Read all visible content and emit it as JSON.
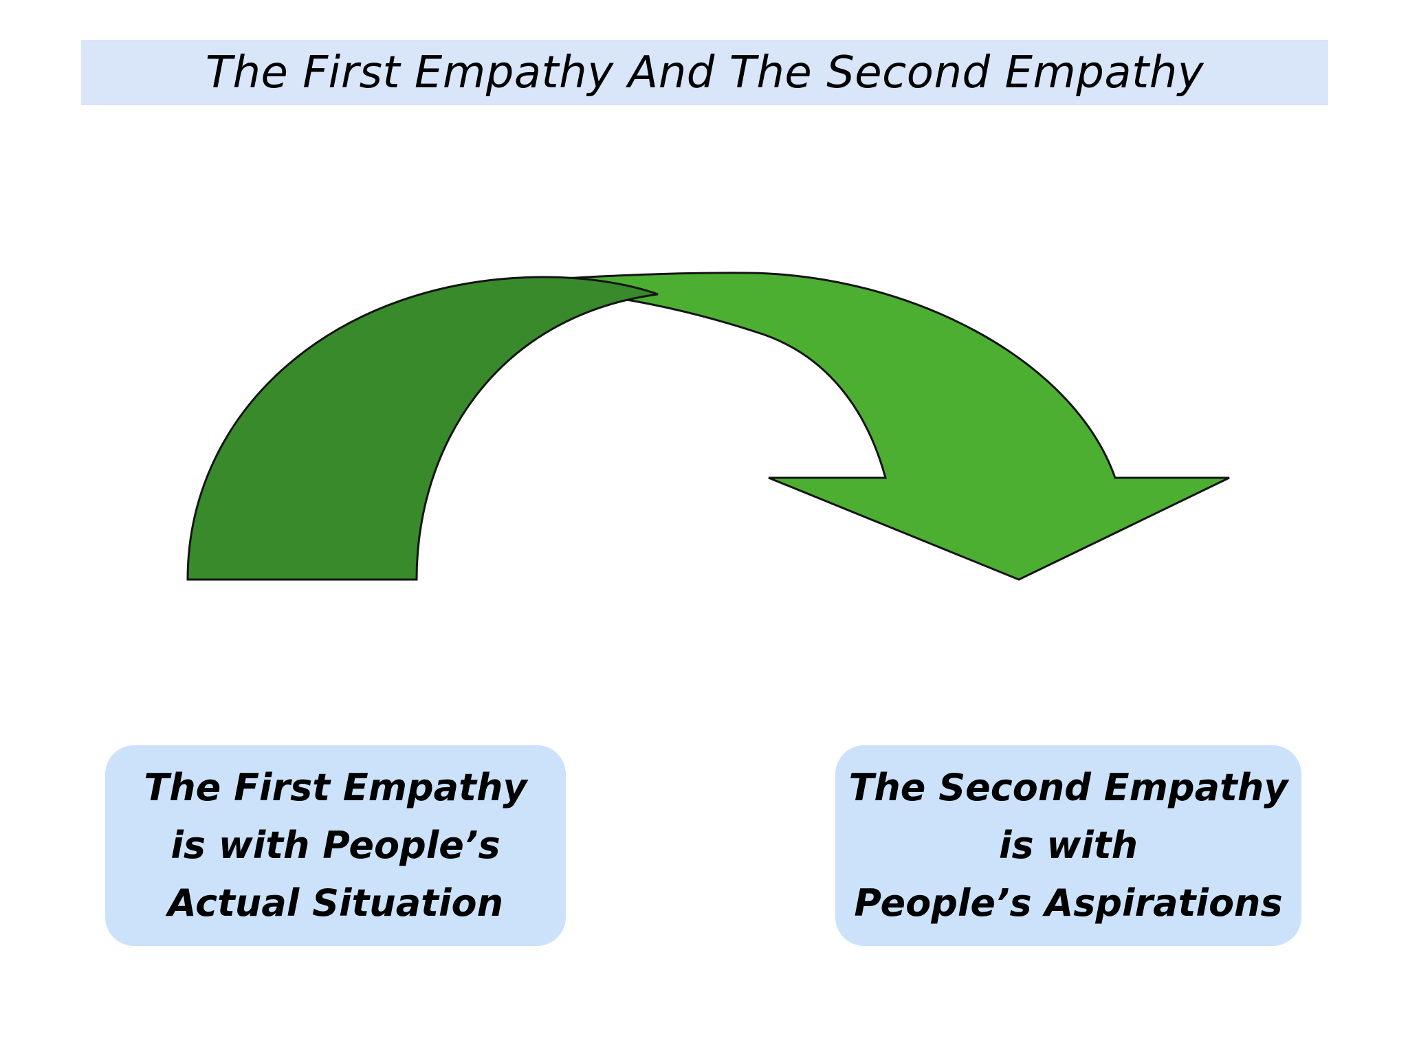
{
  "title": {
    "text": "The First Empathy And The Second Empathy"
  },
  "arrow": {
    "left_band_name": "first-empathy-arc",
    "right_band_name": "second-empathy-arrow",
    "left_band_color": "#388a2b",
    "right_band_color": "#4caf32",
    "outline_color": "#141414"
  },
  "callouts": {
    "first": {
      "text": "The First Empathy\nis with People’s\nActual Situation"
    },
    "second": {
      "text": "The Second Empathy\nis with\nPeople’s Aspirations"
    }
  },
  "colors": {
    "banner_bg": "#d9e5f9",
    "callout_bg": "#cbe2fa",
    "text": "#000000",
    "page_bg": "#ffffff"
  }
}
